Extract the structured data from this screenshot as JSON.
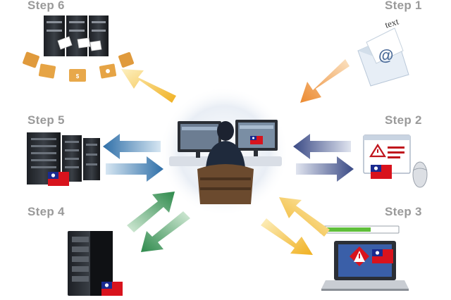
{
  "steps": [
    {
      "id": 1,
      "label": "Step 1"
    },
    {
      "id": 2,
      "label": "Step 2"
    },
    {
      "id": 3,
      "label": "Step 3"
    },
    {
      "id": 4,
      "label": "Step 4"
    },
    {
      "id": 5,
      "label": "Step 5"
    },
    {
      "id": 6,
      "label": "Step 6"
    }
  ],
  "email_icon_text": "text",
  "email_at_symbol": "@",
  "colors": {
    "step_label": "#9a9a9a",
    "arrow_orange": "#f0a050",
    "arrow_yellow": "#f2c94c",
    "arrow_blue": "#3f7fb8",
    "arrow_navy": "#4a5a92",
    "arrow_green": "#3a9a5a",
    "flag_red": "#d8131d",
    "flag_blue": "#1a2a8f"
  }
}
